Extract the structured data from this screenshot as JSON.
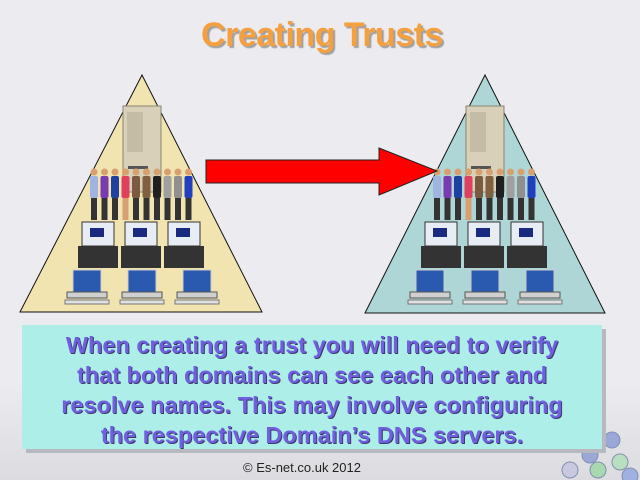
{
  "title": "Creating Trusts",
  "body_lines": [
    "When creating a trust you will need to verify",
    "that both domains can see each other and",
    "resolve names. This may involve configuring",
    "the respective Domain’s DNS servers."
  ],
  "footer": "© Es-net.co.uk 2012",
  "colors": {
    "title": "#f5a040",
    "left_domain": "#f1e4b0",
    "right_domain": "#aed6d6",
    "arrow": "#ff0000",
    "textbox": "#aeeee8",
    "text": "#7060e0"
  }
}
